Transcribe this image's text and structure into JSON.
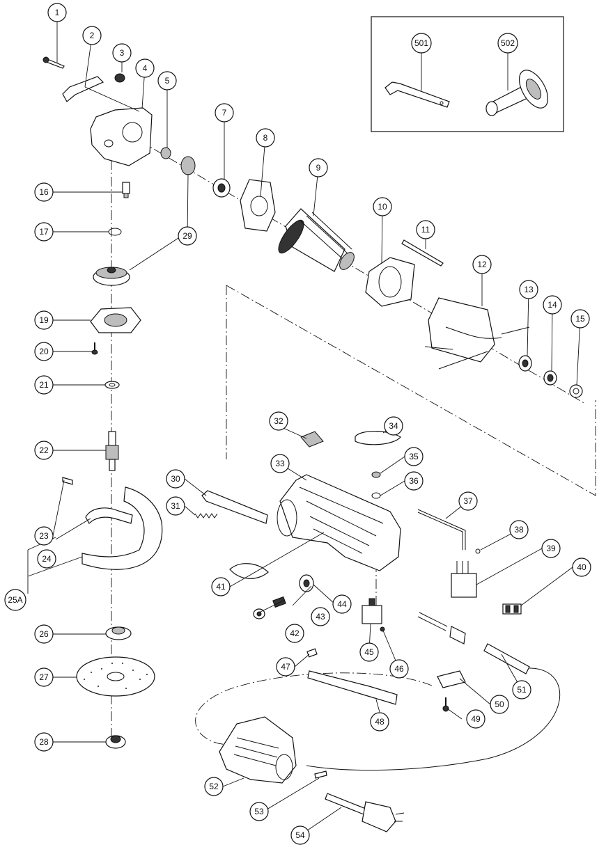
{
  "diagram": {
    "callouts": [
      {
        "id": "c1",
        "label": "1"
      },
      {
        "id": "c2",
        "label": "2"
      },
      {
        "id": "c3",
        "label": "3"
      },
      {
        "id": "c4",
        "label": "4"
      },
      {
        "id": "c5",
        "label": "5"
      },
      {
        "id": "c7",
        "label": "7"
      },
      {
        "id": "c8",
        "label": "8"
      },
      {
        "id": "c9",
        "label": "9"
      },
      {
        "id": "c10",
        "label": "10"
      },
      {
        "id": "c11",
        "label": "11"
      },
      {
        "id": "c12",
        "label": "12"
      },
      {
        "id": "c13",
        "label": "13"
      },
      {
        "id": "c14",
        "label": "14"
      },
      {
        "id": "c15",
        "label": "15"
      },
      {
        "id": "c16",
        "label": "16"
      },
      {
        "id": "c17",
        "label": "17"
      },
      {
        "id": "c19",
        "label": "19"
      },
      {
        "id": "c20",
        "label": "20"
      },
      {
        "id": "c21",
        "label": "21"
      },
      {
        "id": "c22",
        "label": "22"
      },
      {
        "id": "c23",
        "label": "23"
      },
      {
        "id": "c24",
        "label": "24"
      },
      {
        "id": "c25A",
        "label": "25A"
      },
      {
        "id": "c26",
        "label": "26"
      },
      {
        "id": "c27",
        "label": "27"
      },
      {
        "id": "c28",
        "label": "28"
      },
      {
        "id": "c29",
        "label": "29"
      },
      {
        "id": "c30",
        "label": "30"
      },
      {
        "id": "c31",
        "label": "31"
      },
      {
        "id": "c32",
        "label": "32"
      },
      {
        "id": "c33",
        "label": "33"
      },
      {
        "id": "c34",
        "label": "34"
      },
      {
        "id": "c35",
        "label": "35"
      },
      {
        "id": "c36",
        "label": "36"
      },
      {
        "id": "c37",
        "label": "37"
      },
      {
        "id": "c38",
        "label": "38"
      },
      {
        "id": "c39",
        "label": "39"
      },
      {
        "id": "c40",
        "label": "40"
      },
      {
        "id": "c41",
        "label": "41"
      },
      {
        "id": "c42",
        "label": "42"
      },
      {
        "id": "c43",
        "label": "43"
      },
      {
        "id": "c44",
        "label": "44"
      },
      {
        "id": "c45",
        "label": "45"
      },
      {
        "id": "c46",
        "label": "46"
      },
      {
        "id": "c47",
        "label": "47"
      },
      {
        "id": "c48",
        "label": "48"
      },
      {
        "id": "c49",
        "label": "49"
      },
      {
        "id": "c50",
        "label": "50"
      },
      {
        "id": "c51",
        "label": "51"
      },
      {
        "id": "c52",
        "label": "52"
      },
      {
        "id": "c53",
        "label": "53"
      },
      {
        "id": "c54",
        "label": "54"
      },
      {
        "id": "c501",
        "label": "501"
      },
      {
        "id": "c502",
        "label": "502"
      }
    ]
  }
}
